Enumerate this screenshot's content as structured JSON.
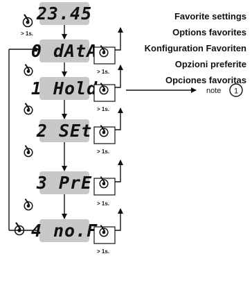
{
  "titles": [
    "Favorite settings",
    "Options favorites",
    "Konfiguration Favoriten",
    "Opzioni preferite",
    "Opciones favoritas"
  ],
  "displays": [
    "23.45",
    "0 dAtA",
    "1 Hold",
    "2 SEt",
    "3 PrE",
    "4 no.F"
  ],
  "hold_time": "> 1s.",
  "note": {
    "text": "note",
    "number": "1"
  },
  "colors": {
    "display_bg": "#c8c8c8",
    "line": "#111111"
  },
  "icons": [
    "finger-press-icon",
    "finger-hold-icon"
  ]
}
